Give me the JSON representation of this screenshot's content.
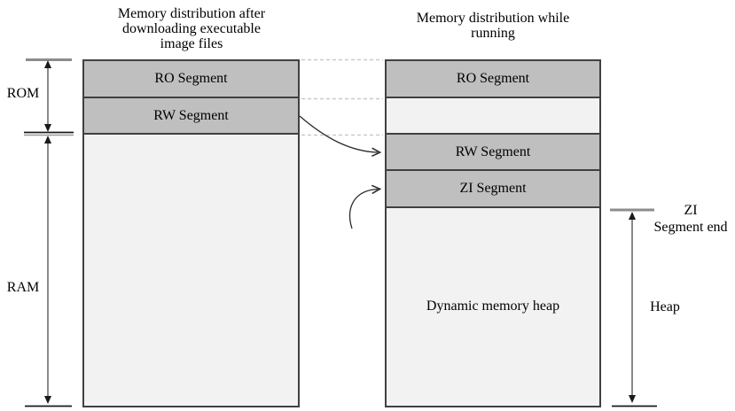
{
  "left_column": {
    "title": "Memory distribution after\ndownloading executable\nimage files",
    "segments": [
      {
        "label": "RO Segment"
      },
      {
        "label": "RW Segment"
      }
    ]
  },
  "right_column": {
    "title": "Memory distribution while\nrunning",
    "segments": [
      {
        "label": "RO Segment"
      },
      {
        "label": "RW Segment"
      },
      {
        "label": "ZI Segment"
      }
    ],
    "heap_area_label": "Dynamic memory heap"
  },
  "annotations": {
    "rom_label": "ROM",
    "ram_label": "RAM",
    "zi_segment_end_label": "ZI\nSegment end",
    "heap_label": "Heap"
  },
  "colors": {
    "segment_fill": "#bfbfbf",
    "box_fill": "#f2f2f2",
    "border": "#404040",
    "dashed_guide": "#c9c9c9",
    "tick_gray": "#8c8c8c",
    "arrow_line": "#2b2b2b"
  }
}
